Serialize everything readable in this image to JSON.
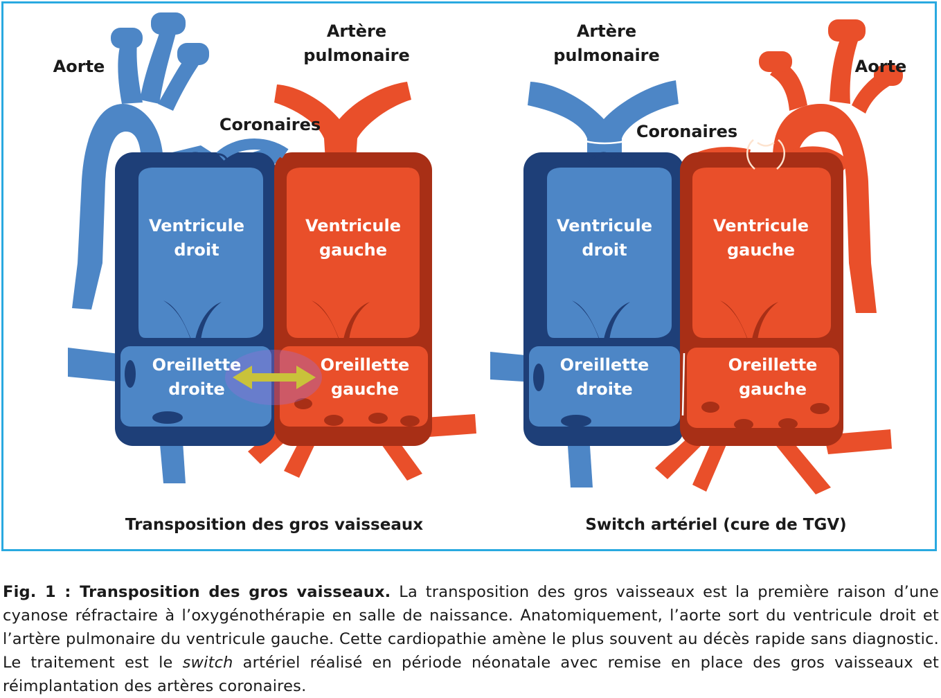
{
  "colors": {
    "blue": "#4d86c6",
    "blue_dark": "#1e3f78",
    "red": "#e94f2a",
    "red_dark": "#a82f16",
    "frame": "#29a9e0",
    "arrow": "#c9c23a"
  },
  "left_diagram": {
    "title": "Transposition des gros vaisseaux",
    "aorte": "Aorte",
    "artere_1": "Artère",
    "artere_2": "pulmonaire",
    "coronaires": "Coronaires",
    "vd_1": "Ventricule",
    "vd_2": "droit",
    "vg_1": "Ventricule",
    "vg_2": "gauche",
    "od_1": "Oreillette",
    "od_2": "droite",
    "og_1": "Oreillette",
    "og_2": "gauche"
  },
  "right_diagram": {
    "title": "Switch artériel (cure de TGV)",
    "aorte": "Aorte",
    "artere_1": "Artère",
    "artere_2": "pulmonaire",
    "coronaires": "Coronaires",
    "vd_1": "Ventricule",
    "vd_2": "droit",
    "vg_1": "Ventricule",
    "vg_2": "gauche",
    "od_1": "Oreillette",
    "od_2": "droite",
    "og_1": "Oreillette",
    "og_2": "gauche"
  },
  "caption": {
    "lead": "Fig. 1 : Transposition des gros vaisseaux.",
    "text_1": " La transposition des gros vaisseaux est la première raison d’une cyanose réfractaire à l’oxygénothérapie en salle de naissance. Anatomiquement, l’aorte sort du ventricule droit et l’artère pulmonaire du ventricule gauche. Cette cardiopathie amène le plus souvent au décès rapide sans diagnostic. Le traitement est le ",
    "italic": "switch",
    "text_2": " artériel réalisé en période néonatale avec remise en place des gros vaisseaux et réimplantation des artères coronaires."
  }
}
